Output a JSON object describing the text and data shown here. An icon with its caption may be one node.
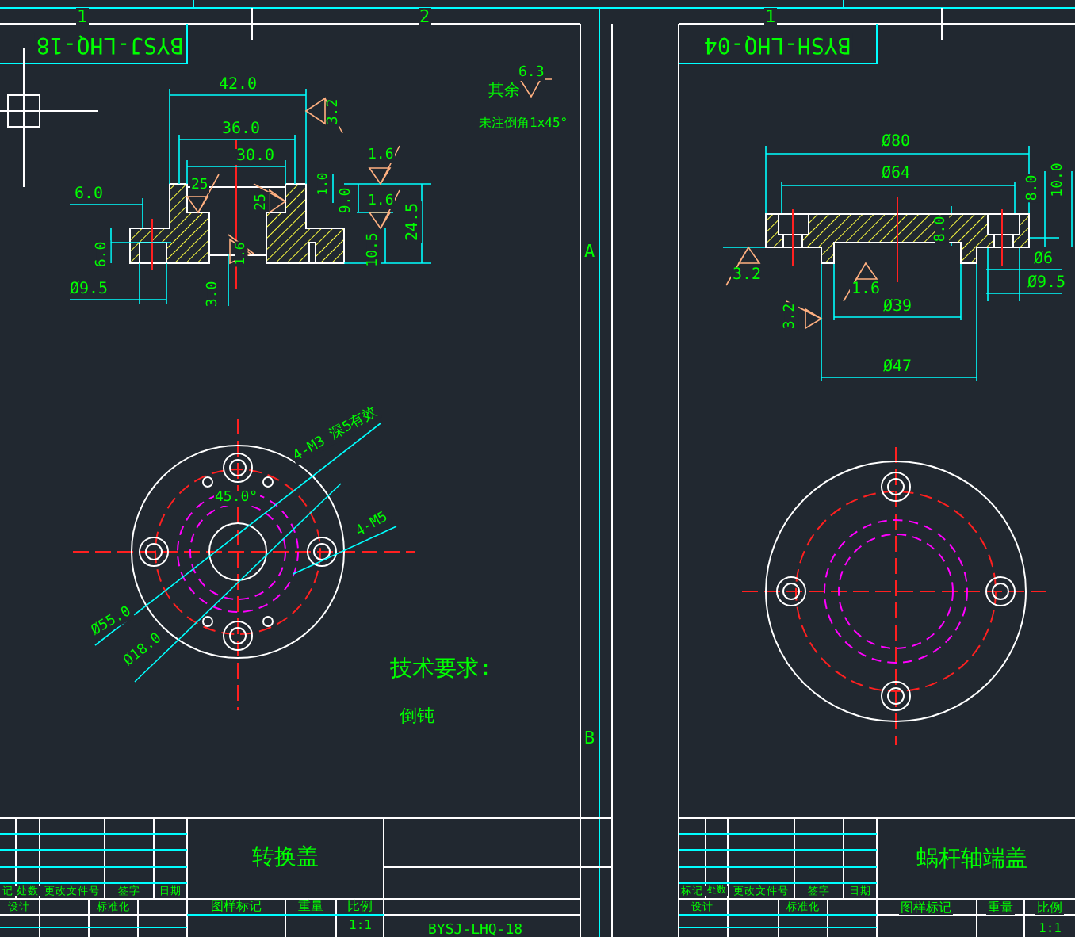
{
  "diagram": {
    "labels": [
      "1",
      "2",
      "BYSJ-LHQ-18",
      "42.0",
      "3.2",
      "其余",
      "6.3",
      "未注倒角1x45°",
      "36.0",
      "30.0",
      "1.6",
      "6.0",
      "25",
      "25",
      "1.0",
      "9.0",
      "1.6",
      "24.5",
      "6.0",
      "1.6",
      "10.5",
      "Ø9.5",
      "3.0",
      "1",
      "BYSH-LHQ-04",
      "Ø80",
      "Ø64",
      "8.0",
      "10.0",
      "8.0",
      "A",
      "Ø6",
      "3.2",
      "1.6",
      "Ø9.5",
      "Ø39",
      "3.2",
      "Ø47",
      "4-M3 深5有效",
      "45.0°",
      "4-M5",
      "Ø55.0",
      "Ø18.0",
      "技术要求:",
      "倒钝",
      "B",
      "转换盖",
      "记",
      "处数",
      "更改文件号",
      "签字",
      "日期",
      "设计",
      "标准化",
      "图样标记",
      "重量",
      "比例",
      "1:1",
      "BYSJ-LHQ-18",
      "蜗杆轴端盖",
      "标记",
      "处数",
      "更改文件号",
      "签字",
      "日期",
      "设计",
      "标准化",
      "图样标记",
      "重量",
      "比例",
      "1:1"
    ]
  }
}
